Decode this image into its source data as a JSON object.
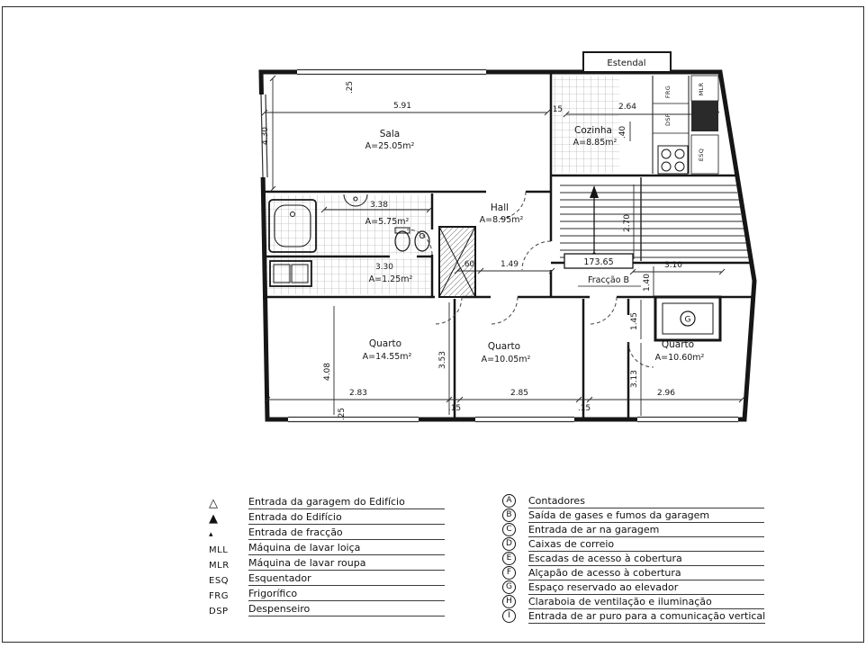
{
  "plan": {
    "estendal": "Estendal",
    "rooms": {
      "sala": {
        "name": "Sala",
        "area": "A=25.05m²"
      },
      "cozinha": {
        "name": "Cozinha",
        "area": "A=8.85m²"
      },
      "hall": {
        "name": "Hall",
        "area": "A=8.95m²"
      },
      "banho1": {
        "area": "A=5.75m²"
      },
      "banho2": {
        "area": "A=1.25m²"
      },
      "quarto1": {
        "name": "Quarto",
        "area": "A=14.55m²"
      },
      "quarto2": {
        "name": "Quarto",
        "area": "A=10.05m²"
      },
      "quarto3": {
        "name": "Quarto",
        "area": "A=10.60m²"
      }
    },
    "fraction": {
      "value": "173.65",
      "label": "Fracção B"
    },
    "markers": {
      "g": "G"
    },
    "appliances": {
      "frg": "FRG",
      "dsp": "DSP",
      "mlr": "MLR",
      "esq": "ESQ"
    },
    "dims": {
      "sala_w": "5.91",
      "sala_h": "4.30",
      "top_25": ".25",
      "top_15": ".15",
      "coz_w": "2.64",
      "coz_40": ".40",
      "wc1_w": "3.38",
      "wc2_w": "3.30",
      "hall_60": ".60",
      "hall_149": "1.49",
      "land_310": "3.10",
      "stairs_270": "2.70",
      "land_140": "1.40",
      "elev_145": "1.45",
      "q1_w": "2.83",
      "q2_w": "2.85",
      "q3_w": "2.96",
      "b15a": ".15",
      "b15b": ".15",
      "q1_h": "4.08",
      "q2_h": "3.53",
      "q3_h": "3.13",
      "bot_25": ".25"
    }
  },
  "legend": {
    "left": [
      {
        "sym": "△",
        "label": "Entrada da garagem do Edifício"
      },
      {
        "sym": "▲",
        "label": "Entrada do Edifício"
      },
      {
        "sym": "▴",
        "label": "Entrada de fracção"
      },
      {
        "sym": "MLL",
        "label": "Máquina de lavar loiça"
      },
      {
        "sym": "MLR",
        "label": "Máquina de lavar roupa"
      },
      {
        "sym": "ESQ",
        "label": "Esquentador"
      },
      {
        "sym": "FRG",
        "label": "Frigorífico"
      },
      {
        "sym": "DSP",
        "label": "Despenseiro"
      }
    ],
    "right": [
      {
        "letter": "A",
        "label": "Contadores"
      },
      {
        "letter": "B",
        "label": "Saída de gases e fumos da garagem"
      },
      {
        "letter": "C",
        "label": "Entrada de ar na garagem"
      },
      {
        "letter": "D",
        "label": "Caixas de correio"
      },
      {
        "letter": "E",
        "label": "Escadas de acesso à cobertura"
      },
      {
        "letter": "F",
        "label": "Alçapão de acesso à cobertura"
      },
      {
        "letter": "G",
        "label": "Espaço reservado ao elevador"
      },
      {
        "letter": "H",
        "label": "Claraboia de ventilação e iluminação"
      },
      {
        "letter": "I",
        "label": "Entrada de ar puro para a comunicação vertical"
      }
    ]
  }
}
